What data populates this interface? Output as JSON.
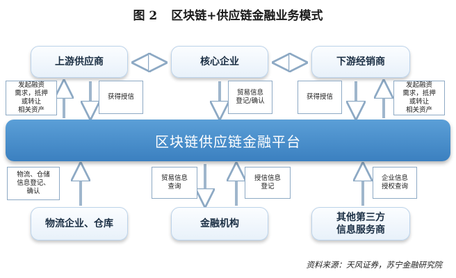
{
  "figure": {
    "number": "图 2",
    "title": "区块链+供应链金融业务模式"
  },
  "nodes": {
    "upstream": "上游供应商",
    "core": "核心企业",
    "downstream": "下游经销商",
    "logistics": "物流企业、仓库",
    "finance": "金融机构",
    "other": "其他第三方\n信息服务商"
  },
  "platform": "区块链供应链金融平台",
  "labels": {
    "upstream_request": "发起融资\n需求，抵押\n或转让\n相关资产",
    "upstream_credit": "获得授信",
    "core_trade_register": "贸易信息\n登记/确认",
    "downstream_credit": "获得授信",
    "downstream_request": "发起融资\n需求，抵押\n或转让\n相关资产",
    "logistics_register": "物流、仓储\n信息登记、\n确认",
    "finance_trade_query": "贸易信息\n查询",
    "finance_credit_register": "授信信息\n登记",
    "other_auth_query": "企业信息\n授权查询"
  },
  "source": "资料来源：天风证券，苏宁金融研究院"
}
